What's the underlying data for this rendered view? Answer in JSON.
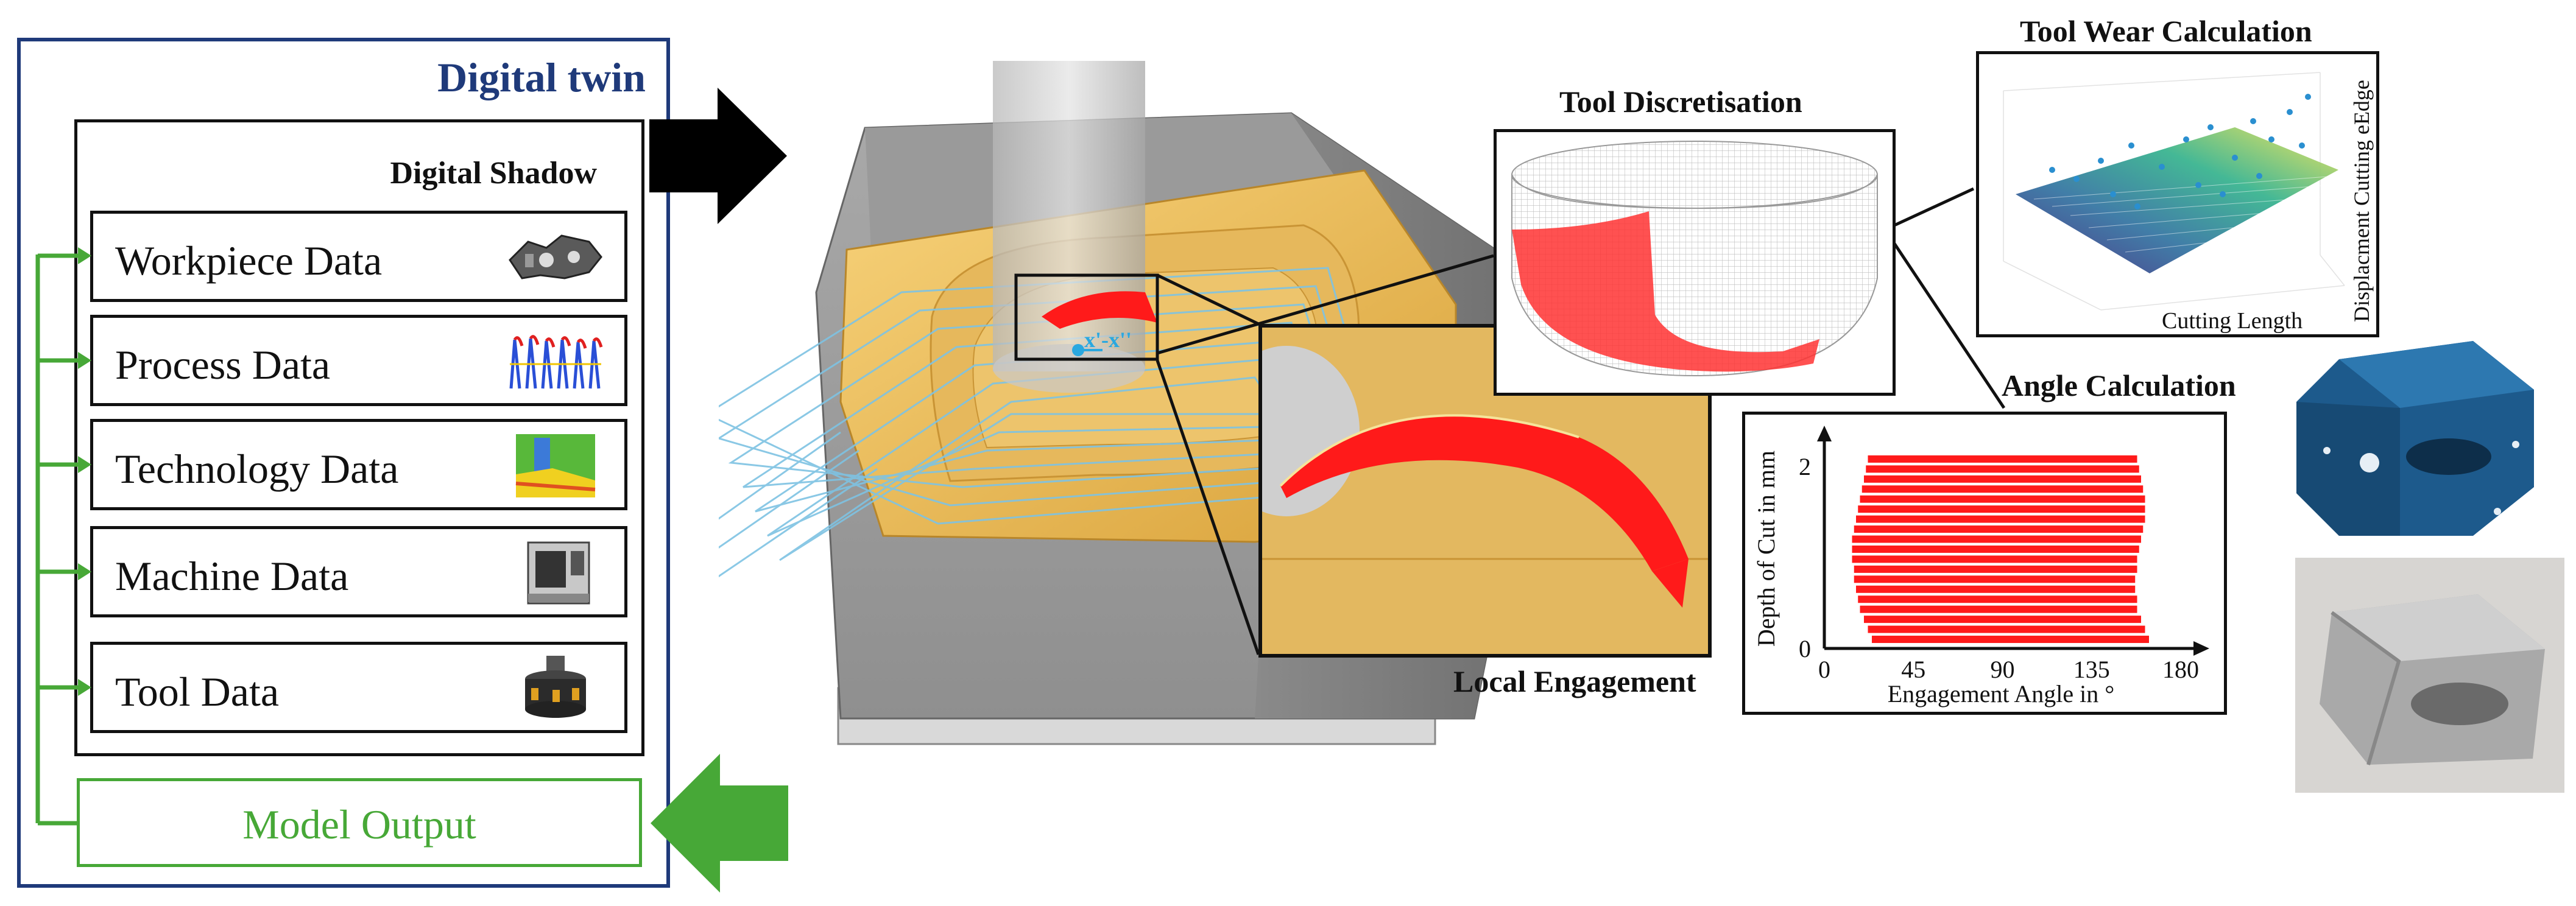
{
  "digital_twin": {
    "title": "Digital twin",
    "shadow_title": "Digital Shadow",
    "items": [
      {
        "label": "Workpiece Data",
        "icon": "workpiece-icon"
      },
      {
        "label": "Process Data",
        "icon": "process-chart-icon"
      },
      {
        "label": "Technology Data",
        "icon": "technology-icon"
      },
      {
        "label": "Machine Data",
        "icon": "machine-icon"
      },
      {
        "label": "Tool Data",
        "icon": "milling-tool-icon"
      }
    ],
    "model_output": "Model Output"
  },
  "simulation": {
    "coord_label": "x'-x''"
  },
  "panels": {
    "tool_wear": {
      "title": "Tool Wear Calculation",
      "xlabel": "Cutting Length",
      "zlabel": "Displacment Cutting eEdge"
    },
    "tool_discretisation": {
      "title": "Tool Discretisation"
    },
    "angle_calculation": {
      "title": "Angle Calculation"
    },
    "local_engagement": {
      "title": "Local Engagement"
    }
  },
  "chart_data": {
    "type": "bar",
    "title": "",
    "xlabel": "Engagement Angle in °",
    "ylabel": "Depth of Cut in mm",
    "x_ticks": [
      "0",
      "45",
      "90",
      "135",
      "180"
    ],
    "y_ticks": [
      "0",
      "2"
    ],
    "xlim": [
      0,
      180
    ],
    "ylim": [
      0,
      2.3
    ],
    "bars": [
      {
        "depth": 0.1,
        "start": 24,
        "end": 164
      },
      {
        "depth": 0.21,
        "start": 22,
        "end": 162
      },
      {
        "depth": 0.32,
        "start": 20,
        "end": 160
      },
      {
        "depth": 0.43,
        "start": 18,
        "end": 158
      },
      {
        "depth": 0.54,
        "start": 17,
        "end": 158
      },
      {
        "depth": 0.65,
        "start": 16,
        "end": 157
      },
      {
        "depth": 0.76,
        "start": 15,
        "end": 157
      },
      {
        "depth": 0.87,
        "start": 15,
        "end": 158
      },
      {
        "depth": 0.98,
        "start": 14,
        "end": 158
      },
      {
        "depth": 1.09,
        "start": 14,
        "end": 159
      },
      {
        "depth": 1.2,
        "start": 14,
        "end": 160
      },
      {
        "depth": 1.31,
        "start": 15,
        "end": 161
      },
      {
        "depth": 1.42,
        "start": 16,
        "end": 162
      },
      {
        "depth": 1.53,
        "start": 17,
        "end": 162
      },
      {
        "depth": 1.64,
        "start": 18,
        "end": 162
      },
      {
        "depth": 1.75,
        "start": 19,
        "end": 161
      },
      {
        "depth": 1.86,
        "start": 20,
        "end": 160
      },
      {
        "depth": 1.97,
        "start": 21,
        "end": 159
      },
      {
        "depth": 2.08,
        "start": 22,
        "end": 158
      }
    ],
    "colors": {
      "bars": "#ff1a1a"
    }
  },
  "colors": {
    "twin_blue": "#1f3a7a",
    "output_green": "#47a837",
    "engagement_red": "#ff1a1a",
    "toolpath_cyan": "#7ec3e3",
    "part_gold": "#e8b54a"
  }
}
